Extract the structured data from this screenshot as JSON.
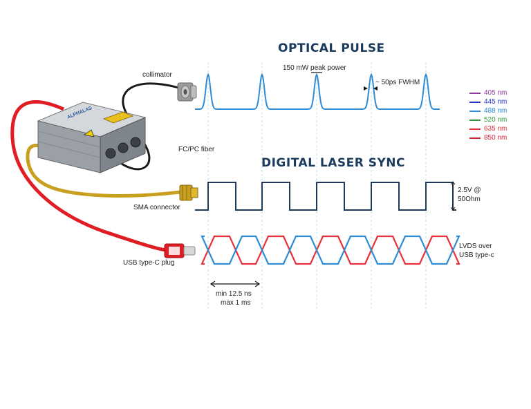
{
  "titles": {
    "optical": "OPTICAL PULSE",
    "digital": "DIGITAL LASER SYNC"
  },
  "labels": {
    "collimator": "collimator",
    "fiber": "FC/PC fiber",
    "sma": "SMA connector",
    "usb": "USB type-C plug",
    "peak_power": "150 mW peak power",
    "fwhm": "~ 50ps FWHM",
    "voltage_line1": "2.5V @",
    "voltage_line2": "50Ohm",
    "lvds_line1": "LVDS over",
    "lvds_line2": "USB type-c",
    "period_line1": "min 12.5 ns",
    "period_line2": "max 1 ms"
  },
  "wavelengths": [
    {
      "label": "405 nm",
      "color": "#8e3a9e"
    },
    {
      "label": "445 nm",
      "color": "#2b36c9"
    },
    {
      "label": "488 nm",
      "color": "#2e8bd6"
    },
    {
      "label": "520 nm",
      "color": "#2a9a3a"
    },
    {
      "label": "635 nm",
      "color": "#e0303a"
    },
    {
      "label": "850 nm",
      "color": "#d8203a"
    }
  ],
  "device": {
    "brand": "ALPHALAS"
  },
  "colors": {
    "pulse": "#2e8bd6",
    "square": "#1b3a5c",
    "lvds_red": "#e8303a",
    "lvds_blue": "#2e8bd6",
    "cable_red": "#e01c24",
    "cable_gold": "#c8a020"
  }
}
